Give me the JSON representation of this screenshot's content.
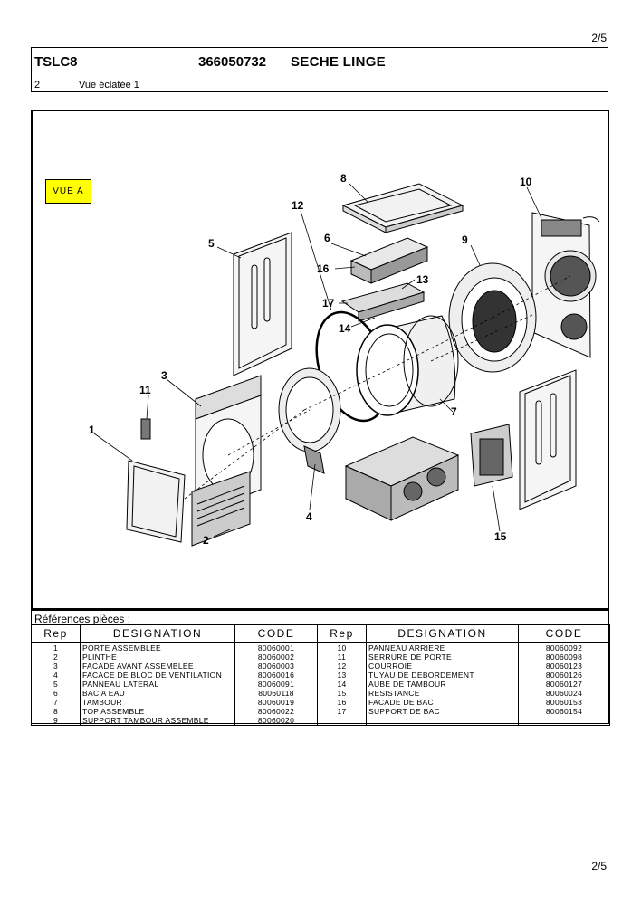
{
  "page": {
    "number_top": "2/5",
    "number_bottom": "2/5"
  },
  "header": {
    "model": "TSLC8",
    "product_code": "366050732",
    "product_name": "SECHE LINGE",
    "section_number": "2",
    "section_title": "Vue éclatée 1"
  },
  "diagram": {
    "view_label": "VUE A",
    "badge_color": "#ffff00",
    "callouts": [
      "1",
      "2",
      "3",
      "4",
      "5",
      "6",
      "7",
      "8",
      "9",
      "10",
      "11",
      "12",
      "13",
      "14",
      "15",
      "16",
      "17"
    ]
  },
  "references": {
    "title": "Références pièces  :",
    "headers": [
      "Rep",
      "DESIGNATION",
      "CODE",
      "Rep",
      "DESIGNATION",
      "CODE"
    ],
    "rows": [
      [
        "1",
        "PORTE ASSEMBLEE",
        "80060001",
        "10",
        "PANNEAU ARRIERE",
        "80060092"
      ],
      [
        "2",
        "PLINTHE",
        "80060002",
        "11",
        "SERRURE DE PORTE",
        "80060098"
      ],
      [
        "3",
        "FACADE AVANT ASSEMBLEE",
        "80060003",
        "12",
        "COURROIE",
        "80060123"
      ],
      [
        "4",
        "FACACE DE BLOC DE VENTILATION",
        "80060016",
        "13",
        "TUYAU DE DEBORDEMENT",
        "80060126"
      ],
      [
        "5",
        "PANNEAU LATERAL",
        "80060091",
        "14",
        "AUBE DE TAMBOUR",
        "80060127"
      ],
      [
        "6",
        "BAC A EAU",
        "80060118",
        "15",
        "RESISTANCE",
        "80060024"
      ],
      [
        "7",
        "TAMBOUR",
        "80060019",
        "16",
        "FACADE DE BAC",
        "80060153"
      ],
      [
        "8",
        "TOP ASSEMBLE",
        "80060022",
        "17",
        "SUPPORT DE BAC",
        "80060154"
      ],
      [
        "9",
        "SUPPORT TAMBOUR ASSEMBLE",
        "80060020",
        "",
        "",
        " "
      ]
    ]
  }
}
